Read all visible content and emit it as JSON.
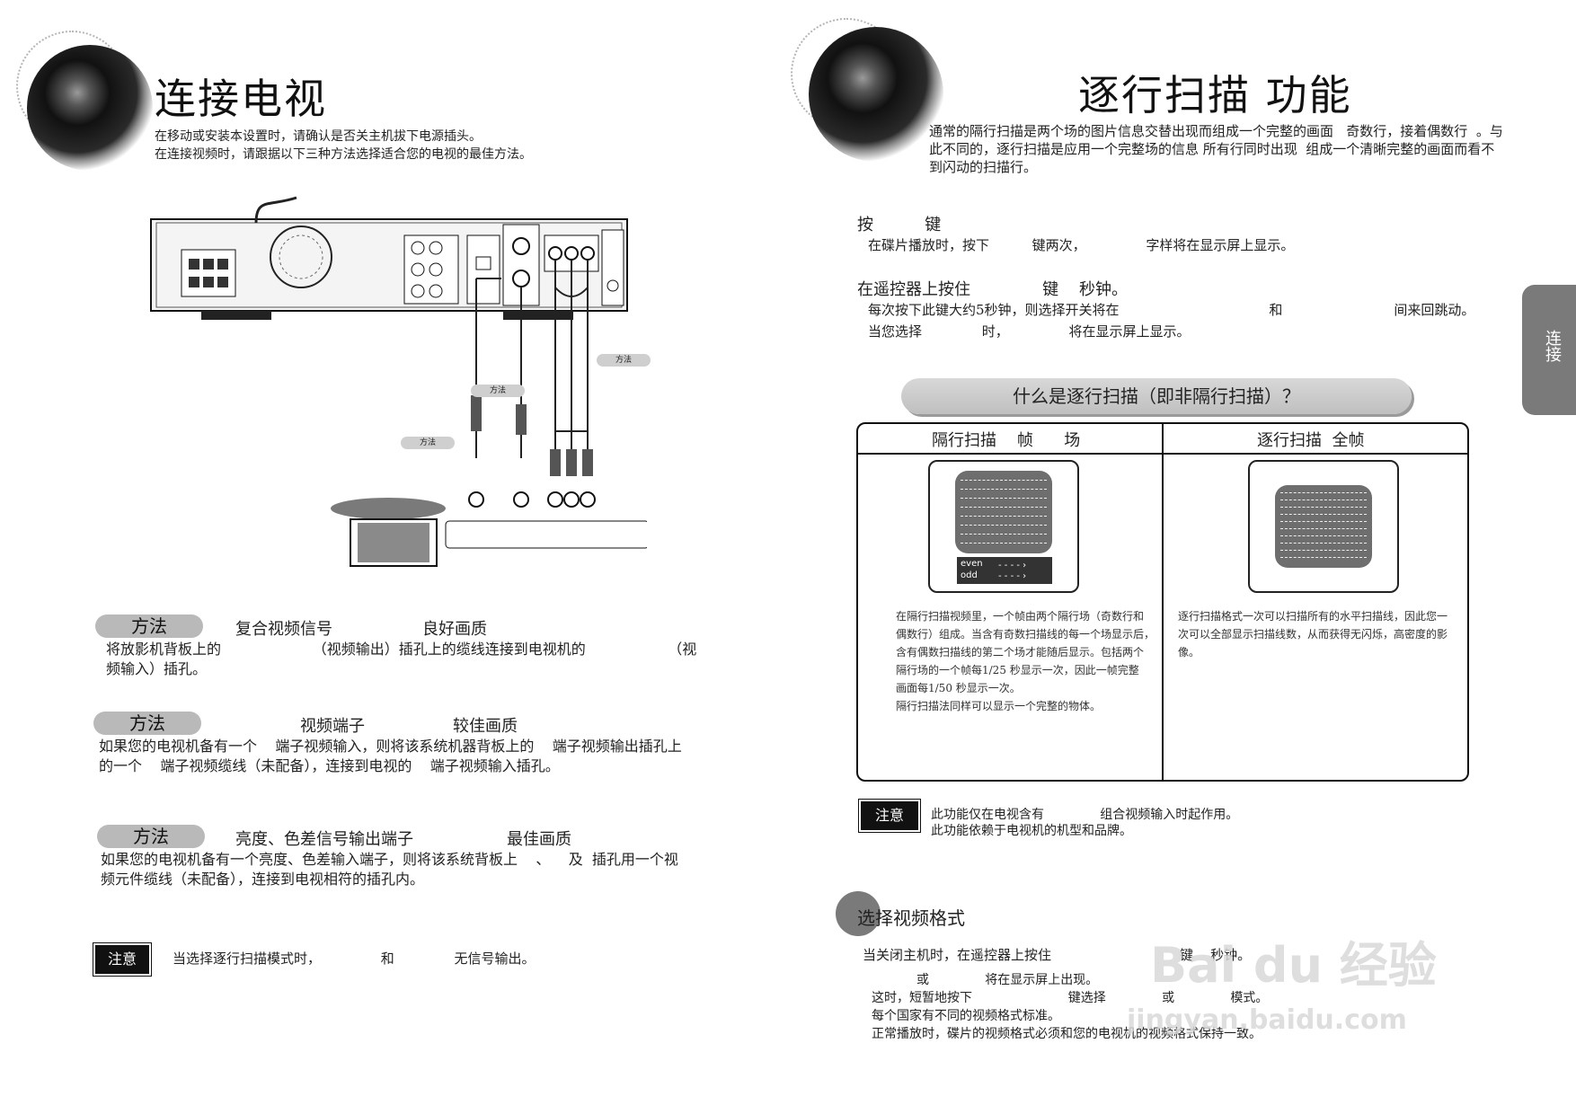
{
  "left": {
    "title": "连接电视",
    "intro1": "在移动或安装本设置时，请确认是否关主机拔下电源插头。",
    "intro2": "在连接视频时，请跟据以下三种方法选择适合您的电视的最佳方法。",
    "diagram_labels": [
      "方法",
      "方法",
      "方法"
    ],
    "method1": {
      "pill": "方法",
      "signal": "复合视频信号",
      "quality": "良好画质",
      "body1": "将放影机背板上的                    （视频输出）插孔上的缆线连接到电视机的                  （视",
      "body2": "频输入）插孔。"
    },
    "method2": {
      "pill": "方法",
      "signal": "视频端子",
      "quality": "较佳画质",
      "body1": "如果您的电视机备有一个    端子视频输入，则将该系统机器背板上的    端子视频输出插孔上",
      "body2": "的一个    端子视频缆线（未配备），连接到电视的    端子视频输入插孔。"
    },
    "method3": {
      "pill": "方法",
      "signal": "亮度、色差信号输出端子",
      "quality": "最佳画质",
      "body1": "如果您的电视机备有一个亮度、色差输入端子，则将该系统背板上    、    及  插孔用一个视",
      "body2": "频元件缆线（未配备），连接到电视相符的插孔内。"
    },
    "note": {
      "label": "注意",
      "text": "当选择逐行扫描模式时，              和              无信号输出。"
    }
  },
  "right": {
    "title": "逐行扫描 功能",
    "intro1": "通常的隔行扫描是两个场的图片信息交替出现而组成一个完整的画面   奇数行，接着偶数行  。与",
    "intro2": "此不同的，逐行扫描是应用一个完整场的信息 所有行同时出现  组成一个清晰完整的画面而看不",
    "intro3": "到闪动的扫描行。",
    "press_heading": "按          键",
    "press_body": "在碟片播放时，按下          键两次，              字样将在显示屏上显示。",
    "remote_heading": "在遥控器上按住              键    秒钟。",
    "remote_body1": "每次按下此键大约5秒钟，则选择开关将在                                   和                          间来回跳动。",
    "remote_body2": "当您选择              时，              将在显示屏上显示。",
    "pill_header": "什么是逐行扫描（即非隔行扫描）？",
    "interlaced": {
      "title": "隔行扫描    帧      场",
      "even": "even",
      "odd": "odd",
      "desc": [
        "在隔行扫描视频里，一个帧由两个隔行场（奇数行和",
        "偶数行）组成。当含有奇数扫描线的每一个场显示后，",
        "含有偶数扫描线的第二个场才能随后显示。包括两个",
        "隔行场的一个帧每1/25 秒显示一次，因此一帧完整",
        "画面每1/50 秒显示一次。",
        "隔行扫描法同样可以显示一个完整的物体。"
      ]
    },
    "progressive": {
      "title": "逐行扫描  全帧",
      "desc": [
        "逐行扫描格式一次可以扫描所有的水平扫描线，因此您一",
        "次可以全部显示扫描线数，从而获得无闪烁，高密度的影",
        "像。"
      ]
    },
    "note": {
      "label": "注意",
      "line1": "此功能仅在电视含有              组合视频输入时起作用。",
      "line2": "此功能依赖于电视机的机型和品牌。"
    },
    "video_format": {
      "heading": "选择视频格式",
      "line1": "当关闭主机时，在遥控器上按住                              键    秒钟。",
      "line2": "或              将在显示屏上出现。",
      "line3": "这时，短暂地按下                        键选择              或              模式。",
      "line4": "每个国家有不同的视频格式标准。",
      "line5": "正常播放时，碟片的视频格式必须和您的电视机的视频格式保持一致。"
    },
    "side_tab": "连接"
  },
  "watermark": {
    "brand": "Bai du 经验",
    "url": "jingyan.baidu.com"
  }
}
